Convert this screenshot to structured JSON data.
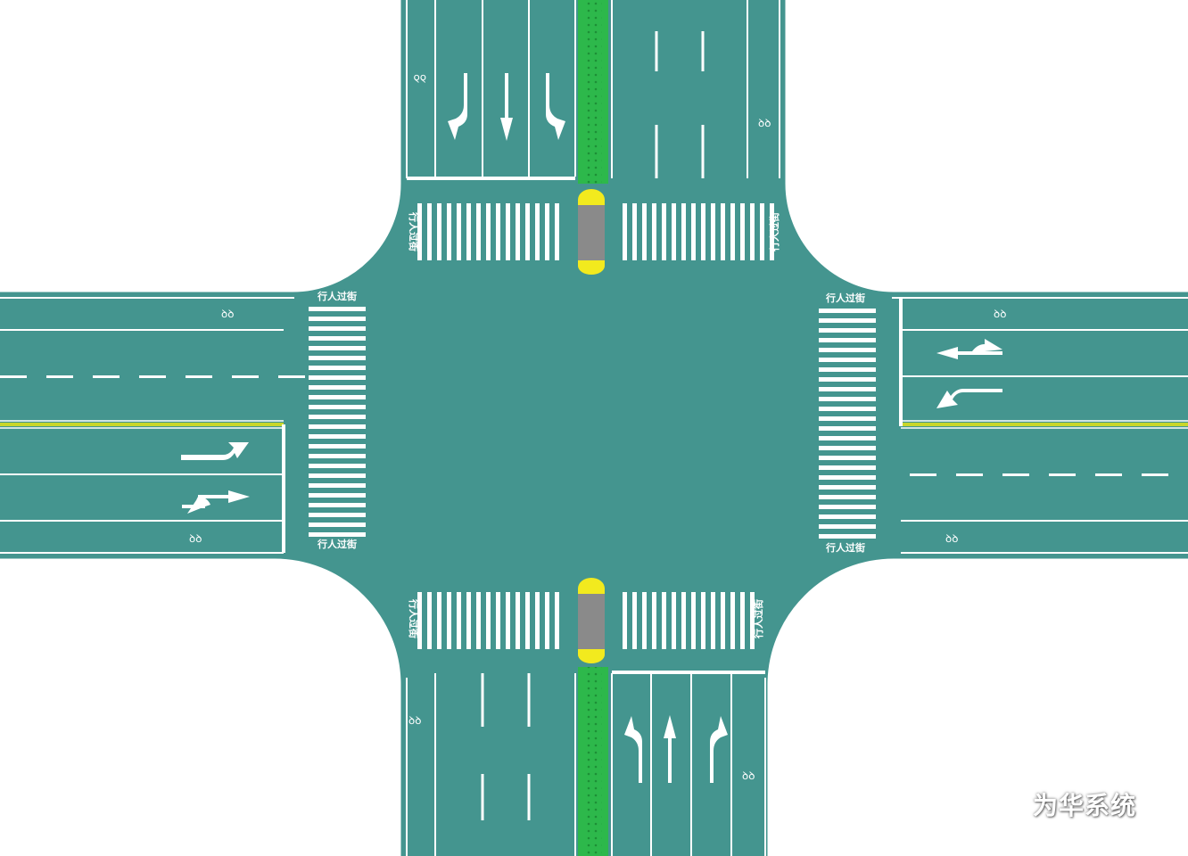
{
  "palette": {
    "road": "#44958f",
    "marking": "#ffffff",
    "median_green": "#2db84b",
    "median_yellow_line": "#c8d62b",
    "island_grey": "#8a8a8a",
    "island_cap": "#f2ea1e",
    "background": "#ffffff"
  },
  "crosswalk_labels": {
    "north": "行人过街",
    "south": "行人过街",
    "west": "行人过街",
    "east": "行人过街"
  },
  "lane_arrows": {
    "north_approach": [
      "right-turn-arrow-icon",
      "straight-arrow-icon",
      "left-turn-arrow-icon"
    ],
    "south_approach": [
      "left-turn-arrow-icon",
      "straight-arrow-icon",
      "right-turn-arrow-icon"
    ],
    "west_approach": [
      "left-turn-arrow-icon",
      "straight-right-arrow-icon"
    ],
    "east_approach": [
      "straight-left-arrow-icon",
      "left-turn-arrow-icon"
    ]
  },
  "bike_symbol": "bicycle-icon",
  "watermark": {
    "icon": "wechat-logo-icon",
    "text": "为华系统"
  }
}
